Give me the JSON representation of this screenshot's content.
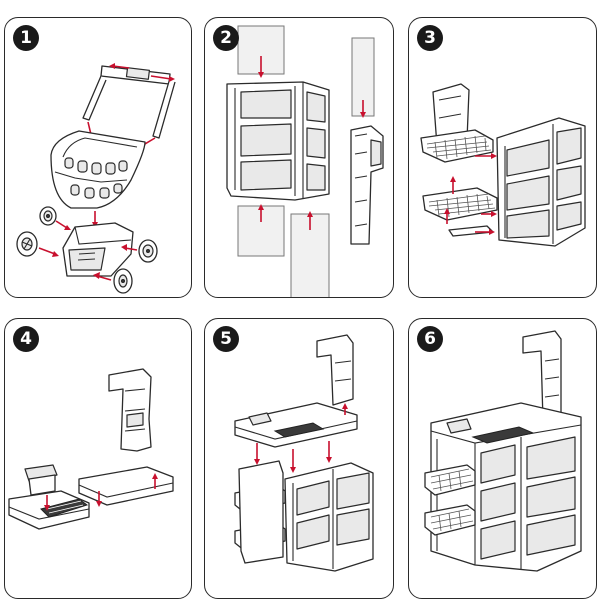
{
  "steps": [
    {
      "number": "1"
    },
    {
      "number": "2"
    },
    {
      "number": "3"
    },
    {
      "number": "4"
    },
    {
      "number": "5"
    },
    {
      "number": "6"
    }
  ],
  "colors": {
    "arrow": "#c8102e",
    "outline": "#2b2b2b",
    "background": "#ffffff"
  }
}
